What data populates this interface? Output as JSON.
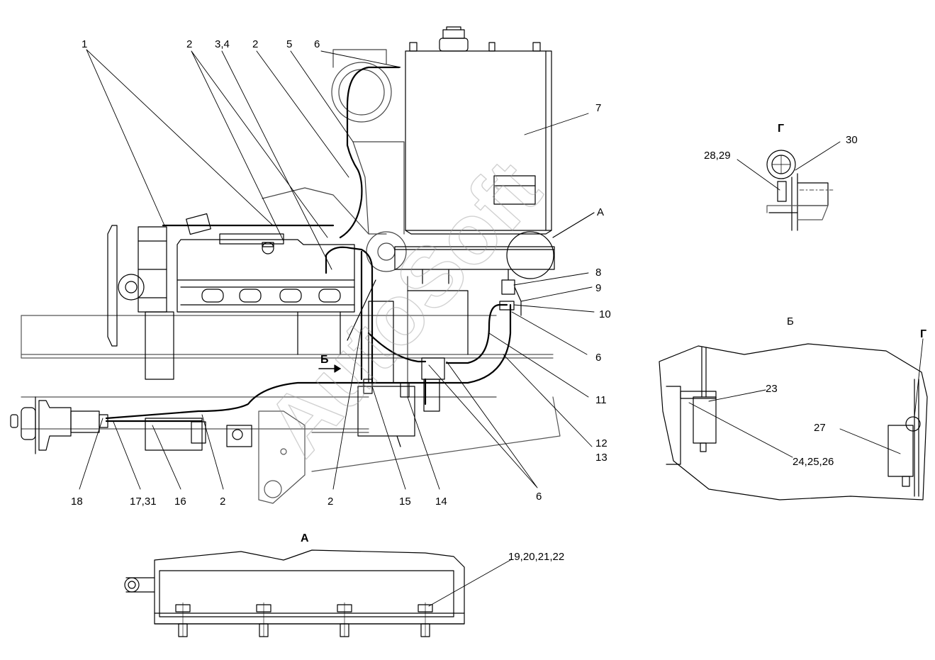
{
  "watermark": "AutoSoft",
  "main_view": {
    "direction_marker": "Б",
    "detail_marker": "А",
    "callouts": {
      "c1": "1",
      "c2a": "2",
      "c34": "3,4",
      "c2b": "2",
      "c5": "5",
      "c6a": "6",
      "c7": "7",
      "c8": "8",
      "c9": "9",
      "c10": "10",
      "c6b": "6",
      "c11": "11",
      "c12": "12",
      "c13": "13",
      "c18": "18",
      "c1731": "17,31",
      "c16": "16",
      "c2c": "2",
      "c2d": "2",
      "c15": "15",
      "c14": "14",
      "c6c": "6"
    }
  },
  "view_g": {
    "title": "Г",
    "callouts": {
      "c2829": "28,29",
      "c30": "30"
    }
  },
  "view_b": {
    "title": "Б",
    "marker": "Г",
    "callouts": {
      "c23": "23",
      "c27": "27",
      "c242526": "24,25,26"
    }
  },
  "view_a": {
    "title": "А",
    "callouts": {
      "c19": "19,20,21,22"
    }
  }
}
